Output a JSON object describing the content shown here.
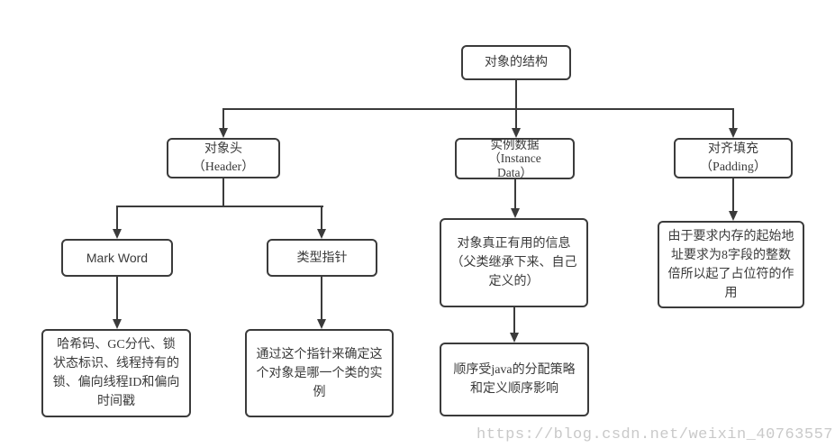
{
  "diagram": {
    "type": "tree-flowchart",
    "topic": "对象的结构",
    "colors": {
      "line": "#3b3b3b",
      "text": "#3a3a3a",
      "node_fill": "#ffffff",
      "background": "#ffffff",
      "watermark": "#c9c9c9"
    },
    "nodes": {
      "root": {
        "label": "对象的结构"
      },
      "header": {
        "label": "对象头\n（Header）"
      },
      "instance_data": {
        "label": "实例数据\n（Instance\nData）"
      },
      "padding": {
        "label": "对齐填充\n（Padding）"
      },
      "mark_word": {
        "label": "Mark Word"
      },
      "type_pointer": {
        "label": "类型指针"
      },
      "mark_word_desc": {
        "label": "哈希码、GC分代、锁状态标识、线程持有的锁、偏向线程ID和偏向时间戳"
      },
      "type_pointer_desc": {
        "label": "通过这个指针来确定这个对象是哪一个类的实例"
      },
      "instance_data_desc": {
        "label": "对象真正有用的信息（父类继承下来、自己定义的）"
      },
      "order_desc": {
        "label": "顺序受java的分配策略和定义顺序影响"
      },
      "padding_desc": {
        "label": "由于要求内存的起始地址要求为8字段的整数倍所以起了占位符的作用"
      }
    },
    "edges": [
      "root->header",
      "root->instance_data",
      "root->padding",
      "header->mark_word",
      "header->type_pointer",
      "mark_word->mark_word_desc",
      "type_pointer->type_pointer_desc",
      "instance_data->instance_data_desc",
      "instance_data_desc->order_desc",
      "padding->padding_desc"
    ]
  },
  "watermark": "https://blog.csdn.net/weixin_40763557"
}
